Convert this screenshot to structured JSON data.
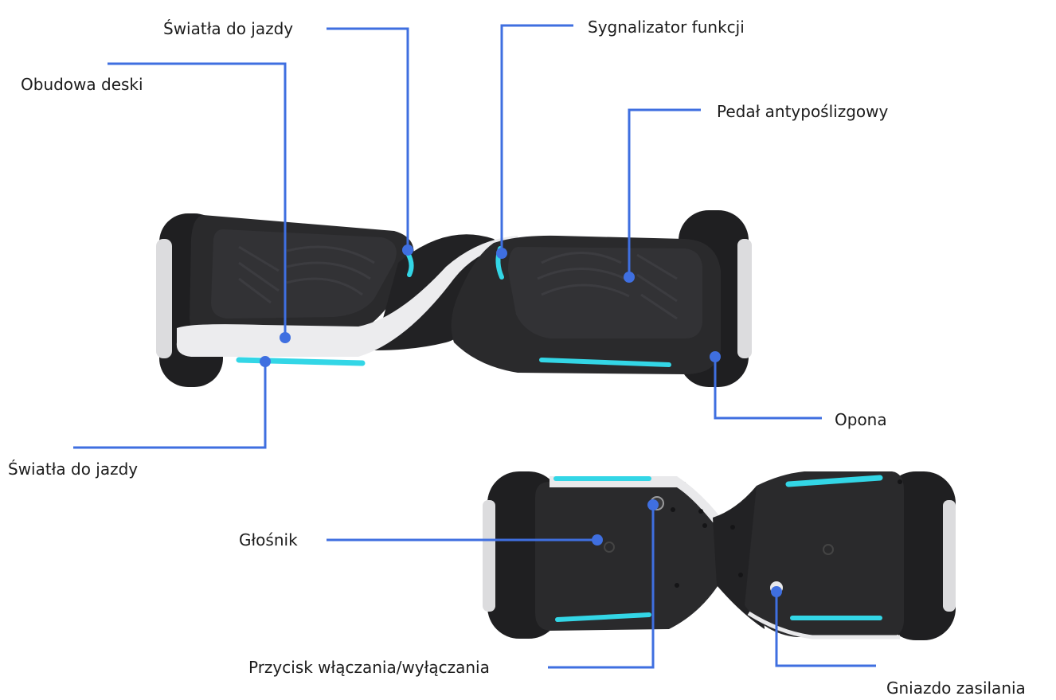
{
  "colors": {
    "leader": "#3f6fe0",
    "dot": "#3f6fe0",
    "body": "#2a2a2c",
    "body_dark": "#1b1b1d",
    "tire": "#202022",
    "trim": "#e9e9eb",
    "light": "#33d6e6",
    "label_text": "#1c1c1c"
  },
  "labels": {
    "driving_lights_top": "Światła do jazdy",
    "board_housing": "Obudowa deski",
    "function_indicator": "Sygnalizator funkcji",
    "anti_slip_pedal": "Pedał antypoślizgowy",
    "tire": "Opona",
    "driving_lights_bottom": "Światła do jazdy",
    "speaker": "Głośnik",
    "power_button": "Przycisk włączania/wyłączania",
    "power_socket": "Gniazdo zasilania"
  }
}
